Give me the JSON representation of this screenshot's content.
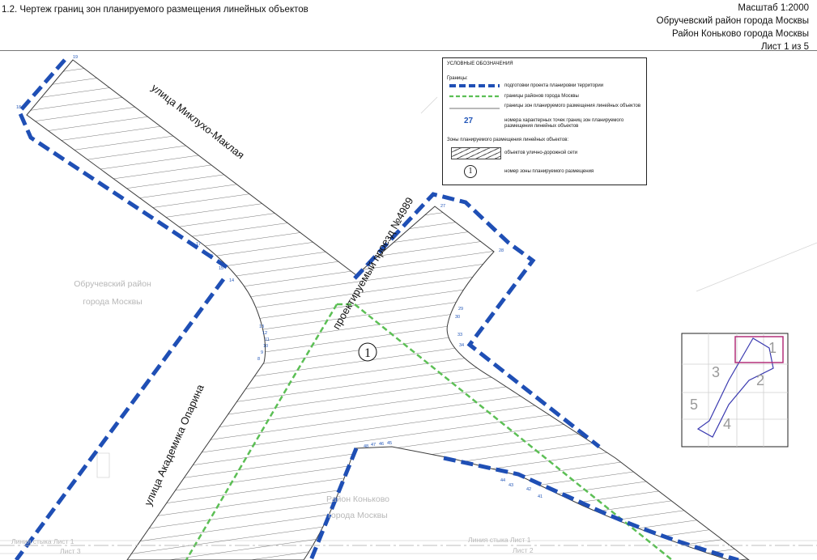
{
  "header": {
    "title": "1.2. Чертеж границ зон планируемого размещения линейных объектов",
    "scale": "Масштаб 1:2000",
    "district1": "Обручевский район города Москвы",
    "district2": "Район Коньково города Москвы",
    "sheet": "Лист 1 из 5"
  },
  "legend": {
    "title": "УСЛОВНЫЕ ОБОЗНАЧЕНИЯ",
    "boundaries_header": "Границы:",
    "item_territory": "подготовки проекта планировки территории",
    "item_districts": "границы районов города Москвы",
    "item_zones": "границы зон планируемого размещения линейных объектов",
    "item_points_number": "27",
    "item_points": "номера характерных точек границ зон планируемого размещения линейных объектов",
    "zones_header": "Зоны планируемого размещения линейных объектов:",
    "item_roads": "объектов улично-дорожной сети",
    "item_zone_number_symbol": "1",
    "item_zone_number": "номер зоны планируемого размещения",
    "colors": {
      "territory": "#1f4fb5",
      "districts": "#5cbf55",
      "points": "#2256b8"
    }
  },
  "map": {
    "street1": "улица Миклухо-Маклая",
    "street2": "проектируемый проезд №4989",
    "street3": "улица Академика Опарина",
    "district_obr_1": "Обручевский район",
    "district_obr_2": "города Москвы",
    "district_kon_1": "Район Коньково",
    "district_kon_2": "города Москвы",
    "zone_label": "1",
    "junction_1": "Линия стыка Лист 1",
    "junction_1_sheet": "Лист 3",
    "junction_2": "Линия стыка Лист 1",
    "junction_2_sheet": "Лист 2",
    "point_numbers": [
      {
        "n": "19"
      },
      {
        "n": "18"
      },
      {
        "n": "17"
      },
      {
        "n": "16"
      },
      {
        "n": "15"
      },
      {
        "n": "14"
      },
      {
        "n": "13"
      },
      {
        "n": "12"
      },
      {
        "n": "11"
      },
      {
        "n": "10"
      },
      {
        "n": "9"
      },
      {
        "n": "8"
      },
      {
        "n": "27"
      },
      {
        "n": "28"
      },
      {
        "n": "29"
      },
      {
        "n": "30"
      },
      {
        "n": "33"
      },
      {
        "n": "34"
      },
      {
        "n": "45"
      },
      {
        "n": "46"
      },
      {
        "n": "47"
      },
      {
        "n": "48"
      },
      {
        "n": "44"
      },
      {
        "n": "43"
      },
      {
        "n": "42"
      },
      {
        "n": "41"
      }
    ]
  },
  "key_map": {
    "sheets": [
      "1",
      "2",
      "3",
      "4",
      "5"
    ],
    "active": "1"
  }
}
